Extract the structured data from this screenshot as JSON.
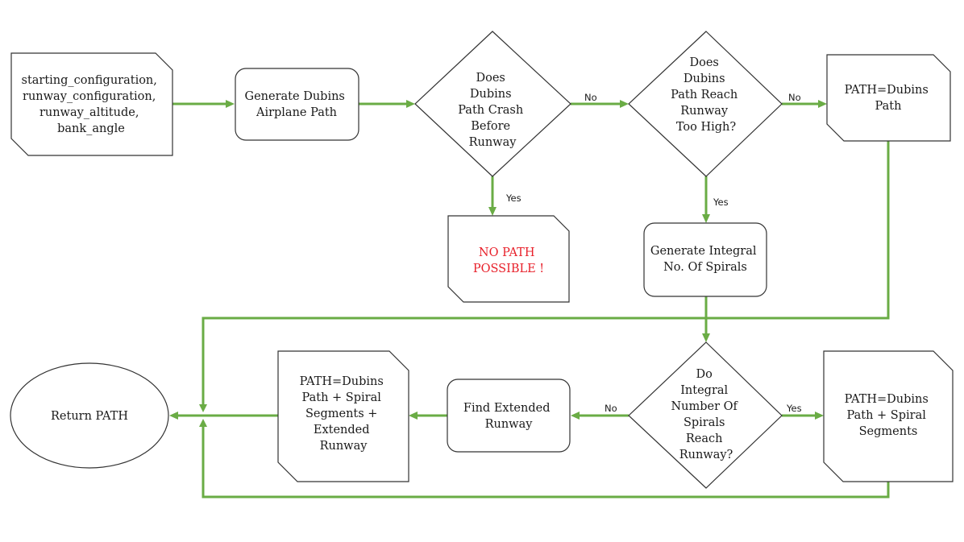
{
  "colors": {
    "connector": "#6aac45",
    "shape_stroke": "#333333",
    "text": "#1a1a1a",
    "warning_text": "#e8202a"
  },
  "nodes": {
    "inputs": {
      "shape": "snipped-rectangle",
      "lines": [
        "starting_configuration,",
        "runway_configuration,",
        "runway_altitude,",
        "bank_angle"
      ]
    },
    "generate_dubins": {
      "shape": "rounded-rectangle",
      "lines": [
        "Generate Dubins",
        "Airplane Path"
      ]
    },
    "crash_check": {
      "shape": "diamond",
      "lines": [
        "Does",
        "Dubins",
        "Path Crash",
        "Before",
        "Runway"
      ]
    },
    "too_high_check": {
      "shape": "diamond",
      "lines": [
        "Does",
        "Dubins",
        "Path Reach",
        "Runway",
        "Too High?"
      ]
    },
    "path_dubins": {
      "shape": "snipped-rectangle",
      "lines": [
        "PATH=Dubins",
        "Path"
      ]
    },
    "no_path": {
      "shape": "snipped-rectangle",
      "lines": [
        "NO PATH",
        "POSSIBLE !"
      ]
    },
    "generate_spirals": {
      "shape": "rounded-rectangle",
      "lines": [
        "Generate Integral",
        "No. Of Spirals"
      ]
    },
    "spirals_check": {
      "shape": "diamond",
      "lines": [
        "Do",
        "Integral",
        "Number Of",
        "Spirals",
        "Reach",
        "Runway?"
      ]
    },
    "path_spiral": {
      "shape": "snipped-rectangle",
      "lines": [
        "PATH=Dubins",
        "Path + Spiral",
        "Segments"
      ]
    },
    "find_extended": {
      "shape": "rounded-rectangle",
      "lines": [
        "Find Extended",
        "Runway"
      ]
    },
    "path_extended": {
      "shape": "snipped-rectangle",
      "lines": [
        "PATH=Dubins",
        "Path + Spiral",
        "Segments +",
        "Extended",
        "Runway"
      ]
    },
    "return_path": {
      "shape": "ellipse",
      "lines": [
        "Return PATH"
      ]
    }
  },
  "edges": [
    {
      "from": "inputs",
      "to": "generate_dubins",
      "label": ""
    },
    {
      "from": "generate_dubins",
      "to": "crash_check",
      "label": ""
    },
    {
      "from": "crash_check",
      "to": "too_high_check",
      "label": "No"
    },
    {
      "from": "crash_check",
      "to": "no_path",
      "label": "Yes"
    },
    {
      "from": "too_high_check",
      "to": "path_dubins",
      "label": "No"
    },
    {
      "from": "too_high_check",
      "to": "generate_spirals",
      "label": "Yes"
    },
    {
      "from": "generate_spirals",
      "to": "spirals_check",
      "label": ""
    },
    {
      "from": "spirals_check",
      "to": "path_spiral",
      "label": "Yes"
    },
    {
      "from": "spirals_check",
      "to": "find_extended",
      "label": "No"
    },
    {
      "from": "find_extended",
      "to": "path_extended",
      "label": ""
    },
    {
      "from": "path_extended",
      "to": "return_path",
      "label": ""
    },
    {
      "from": "path_dubins",
      "to": "return_path",
      "label": ""
    },
    {
      "from": "path_spiral",
      "to": "return_path",
      "label": ""
    }
  ]
}
